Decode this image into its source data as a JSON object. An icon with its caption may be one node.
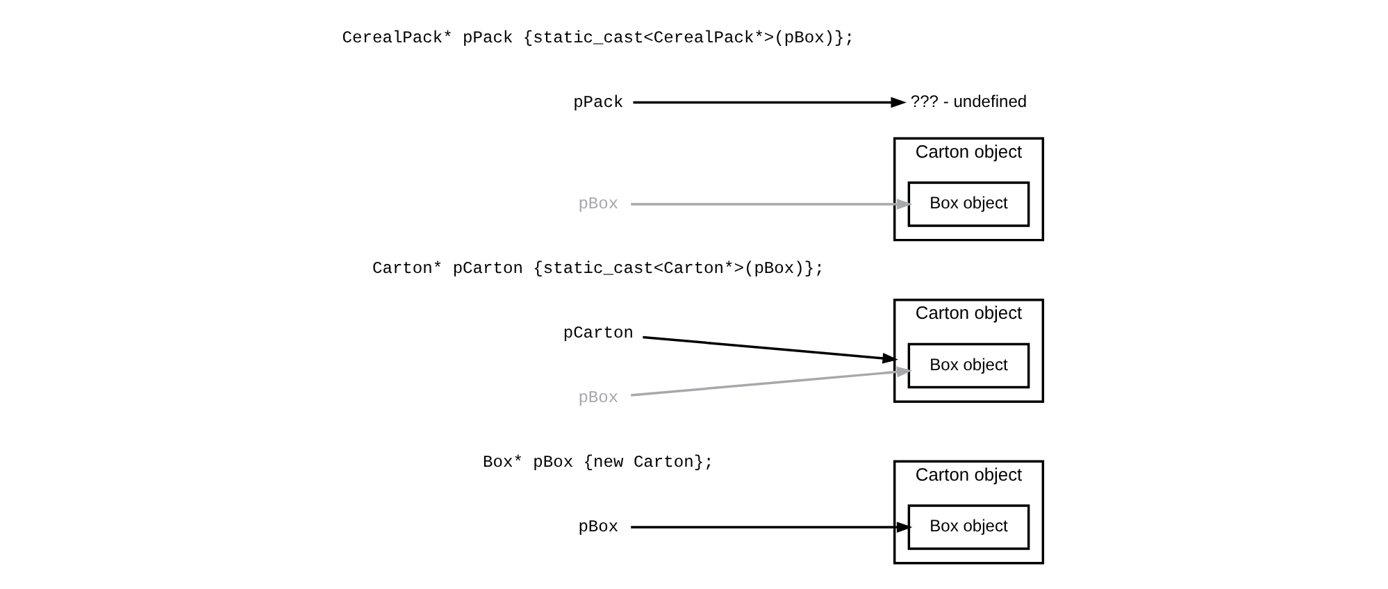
{
  "diagram": {
    "nodes": [
      {
        "text": [
          "Carton object"
        ]
      },
      {
        "text": [
          "Box object"
        ],
        "in": 0
      },
      {
        "text": [
          "pBox"
        ]
      },
      {
        "text": [
          "Carton object"
        ]
      },
      {
        "text": [
          "Box object"
        ],
        "in": 3
      },
      {
        "text": [
          "pCarton"
        ]
      },
      {
        "text": [
          "pBox"
        ]
      },
      {
        "text": [
          "Carton object"
        ]
      },
      {
        "text": [
          "Box object"
        ],
        "in": 7
      },
      {
        "text": [
          "pBox"
        ]
      },
      {
        "text": [
          "pPack"
        ]
      },
      {
        "text": [
          "??? - undefined"
        ]
      }
    ],
    "edges": [
      {
        "from": 2,
        "to": 1,
        "arrow": "to"
      },
      {
        "from": 5,
        "to": 3,
        "arrow": "to"
      },
      {
        "from": 6,
        "to": 4,
        "arrow": "to",
        "color": "#a6a8ab"
      },
      {
        "from": 9,
        "to": 8,
        "arrow": "to",
        "color": "#a6a8ab"
      },
      {
        "from": 10,
        "to": 11,
        "arrow": "to"
      }
    ],
    "labels": [
      "Box* pBox {new Carton};",
      "Carton* pCarton {static_cast<Carton*>(pBox)};",
      "CerealPack* pPack {static_cast<CerealPack*>(pBox)};"
    ]
  }
}
